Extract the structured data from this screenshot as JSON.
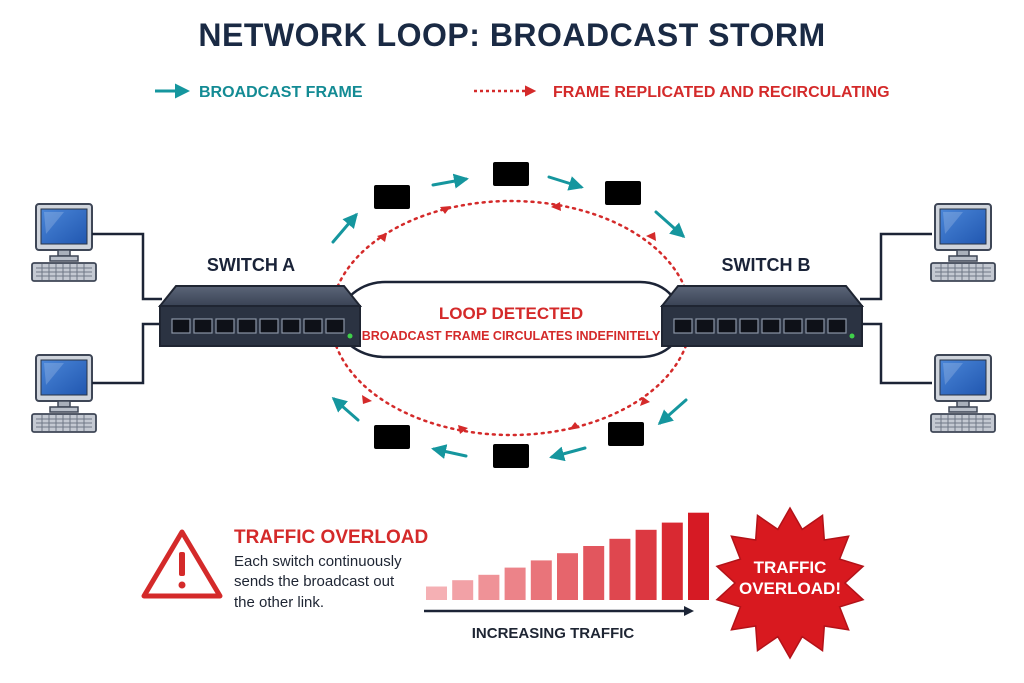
{
  "title": "NETWORK LOOP: BROADCAST STORM",
  "legend": {
    "broadcast": "BROADCAST FRAME",
    "replicated": "FRAME REPLICATED AND RECIRCULATING"
  },
  "switches": {
    "a": "SWITCH A",
    "b": "SWITCH B"
  },
  "loop": {
    "title": "LOOP DETECTED",
    "subtitle": "BROADCAST FRAME CIRCULATES INDEFINITELY"
  },
  "overload": {
    "title": "TRAFFIC OVERLOAD",
    "lines": [
      "Each switch continuously",
      "sends the broadcast out",
      "the other link."
    ]
  },
  "traffic": {
    "axis_label": "INCREASING TRAFFIC",
    "levels": [
      0.15,
      0.22,
      0.28,
      0.36,
      0.44,
      0.52,
      0.6,
      0.68,
      0.78,
      0.86,
      0.97
    ]
  },
  "burst": {
    "lines": [
      "TRAFFIC",
      "OVERLOAD!"
    ]
  },
  "colors": {
    "teal": "#15969e",
    "red": "#d42a2a",
    "navy": "#1a2a44"
  }
}
